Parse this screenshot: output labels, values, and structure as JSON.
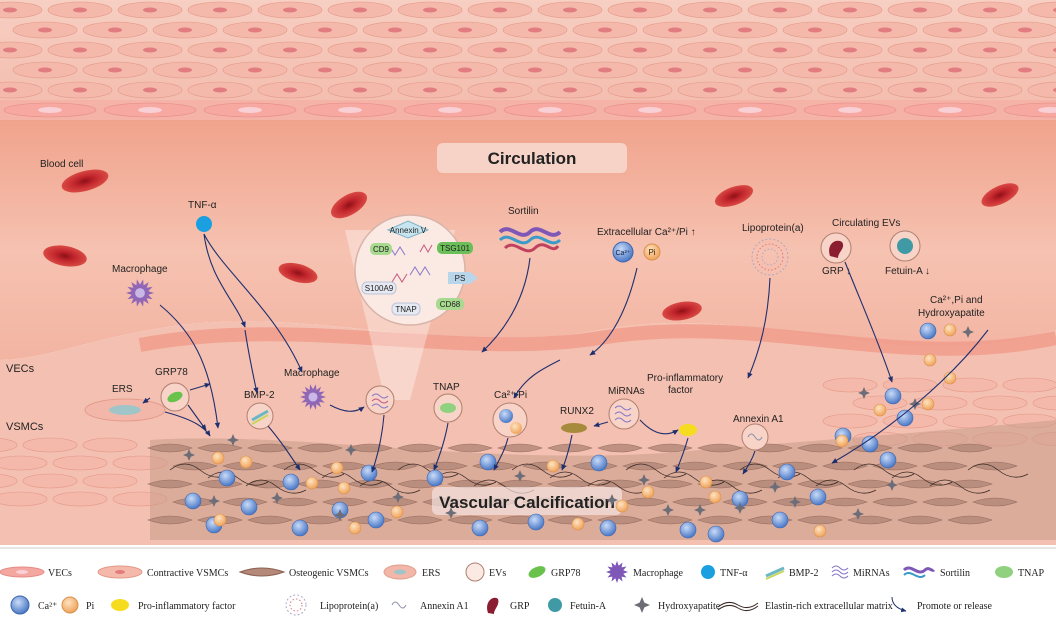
{
  "colors": {
    "vessel_wall": "#f6c5b9",
    "lumen": "#f2a48d",
    "vec": "#f4a7a0",
    "vsmc": "#f1b8a8",
    "osteo_vsmc": "#b07f6f",
    "rbc": "#c0262c",
    "arrow": "#1f2f6e",
    "ca": "#4a78c6",
    "pi": "#f4b26b",
    "tnf": "#1aa0e0",
    "grp78": "#69c24b",
    "macrophage": "#7e57b7",
    "fetuin": "#3f9aa5",
    "grp": "#8a1d2f",
    "yellow": "#f6dc1e",
    "tsg": "#6bbf59",
    "cd": "#a7d98f"
  },
  "diagram": {
    "circulation_label": "Circulation",
    "vascular_calcification_label": "Vascular Calcification",
    "blood_cell_label": "Blood cell",
    "vecs_label": "VECs",
    "vsmcs_label": "VSMCs",
    "tnf_label": "TNF-α",
    "macrophage_top_label": "Macrophage",
    "ers_label": "ERS",
    "grp78_label": "GRP78",
    "bmp2_label": "BMP-2",
    "macrophage_mid_label": "Macrophage",
    "annexin_v_label": "Annexin V",
    "cd9_label": "CD9",
    "tsg101_label": "TSG101",
    "ps_label": "PS",
    "s100a9_label": "S100A9",
    "tnap_ev_label": "TNAP",
    "cd68_label": "CD68",
    "sortilin_label": "Sortilin",
    "tnap_label": "TNAP",
    "extracellular_label": "Extracellular Ca²⁺/Pi ↑",
    "ca_symbol": "Ca²⁺",
    "pi_symbol": "Pi",
    "ca_pi_label": "Ca²⁺/Pi",
    "mirnas_label": "MiRNAs",
    "runx2_label": "RUNX2",
    "proinflammatory_label_line1": "Pro-inflammatory",
    "proinflammatory_label_line2": "factor",
    "lipoprotein_label": "Lipoprotein(a)",
    "annexin_a1_label": "Annexin A1",
    "circulating_evs_label": "Circulating EVs",
    "grp_label": "GRP ↓",
    "fetuin_label": "Fetuin-A ↓",
    "hydroxyapatite_label_line1": "Ca²⁺,Pi and",
    "hydroxyapatite_label_line2": "Hydroxyapatite"
  },
  "legend": {
    "row1": [
      {
        "icon": "vec-icon",
        "label": "VECs"
      },
      {
        "icon": "contractive-vsmc-icon",
        "label": "Contractive VSMCs"
      },
      {
        "icon": "osteogenic-vsmc-icon",
        "label": "Osteogenic VSMCs"
      },
      {
        "icon": "ers-icon",
        "label": "ERS"
      },
      {
        "icon": "ev-icon",
        "label": "EVs"
      },
      {
        "icon": "grp78-icon",
        "label": "GRP78"
      },
      {
        "icon": "macrophage-icon",
        "label": "Macrophage"
      },
      {
        "icon": "tnf-alpha-icon",
        "label": "TNF-α"
      },
      {
        "icon": "bmp2-icon",
        "label": "BMP-2"
      },
      {
        "icon": "mirna-icon",
        "label": "MiRNAs"
      },
      {
        "icon": "sortilin-icon",
        "label": "Sortilin"
      },
      {
        "icon": "tnap-icon",
        "label": "TNAP"
      }
    ],
    "row2": [
      {
        "icon": "calcium-icon",
        "label": "Ca²⁺"
      },
      {
        "icon": "phosphate-icon",
        "label": "Pi"
      },
      {
        "icon": "proinflammatory-factor-icon",
        "label": "Pro-inflammatory factor"
      },
      {
        "icon": "lipoprotein-a-icon",
        "label": "Lipoprotein(a)"
      },
      {
        "icon": "annexin-a1-icon",
        "label": "Annexin A1"
      },
      {
        "icon": "grp-icon",
        "label": "GRP"
      },
      {
        "icon": "fetuin-a-icon",
        "label": "Fetuin-A"
      },
      {
        "icon": "hydroxyapatite-icon",
        "label": "Hydroxyapatite"
      },
      {
        "icon": "elastin-matrix-icon",
        "label": "Elastin-rich extracellular matrix"
      },
      {
        "icon": "promote-arrow-icon",
        "label": "Promote or release"
      }
    ]
  }
}
